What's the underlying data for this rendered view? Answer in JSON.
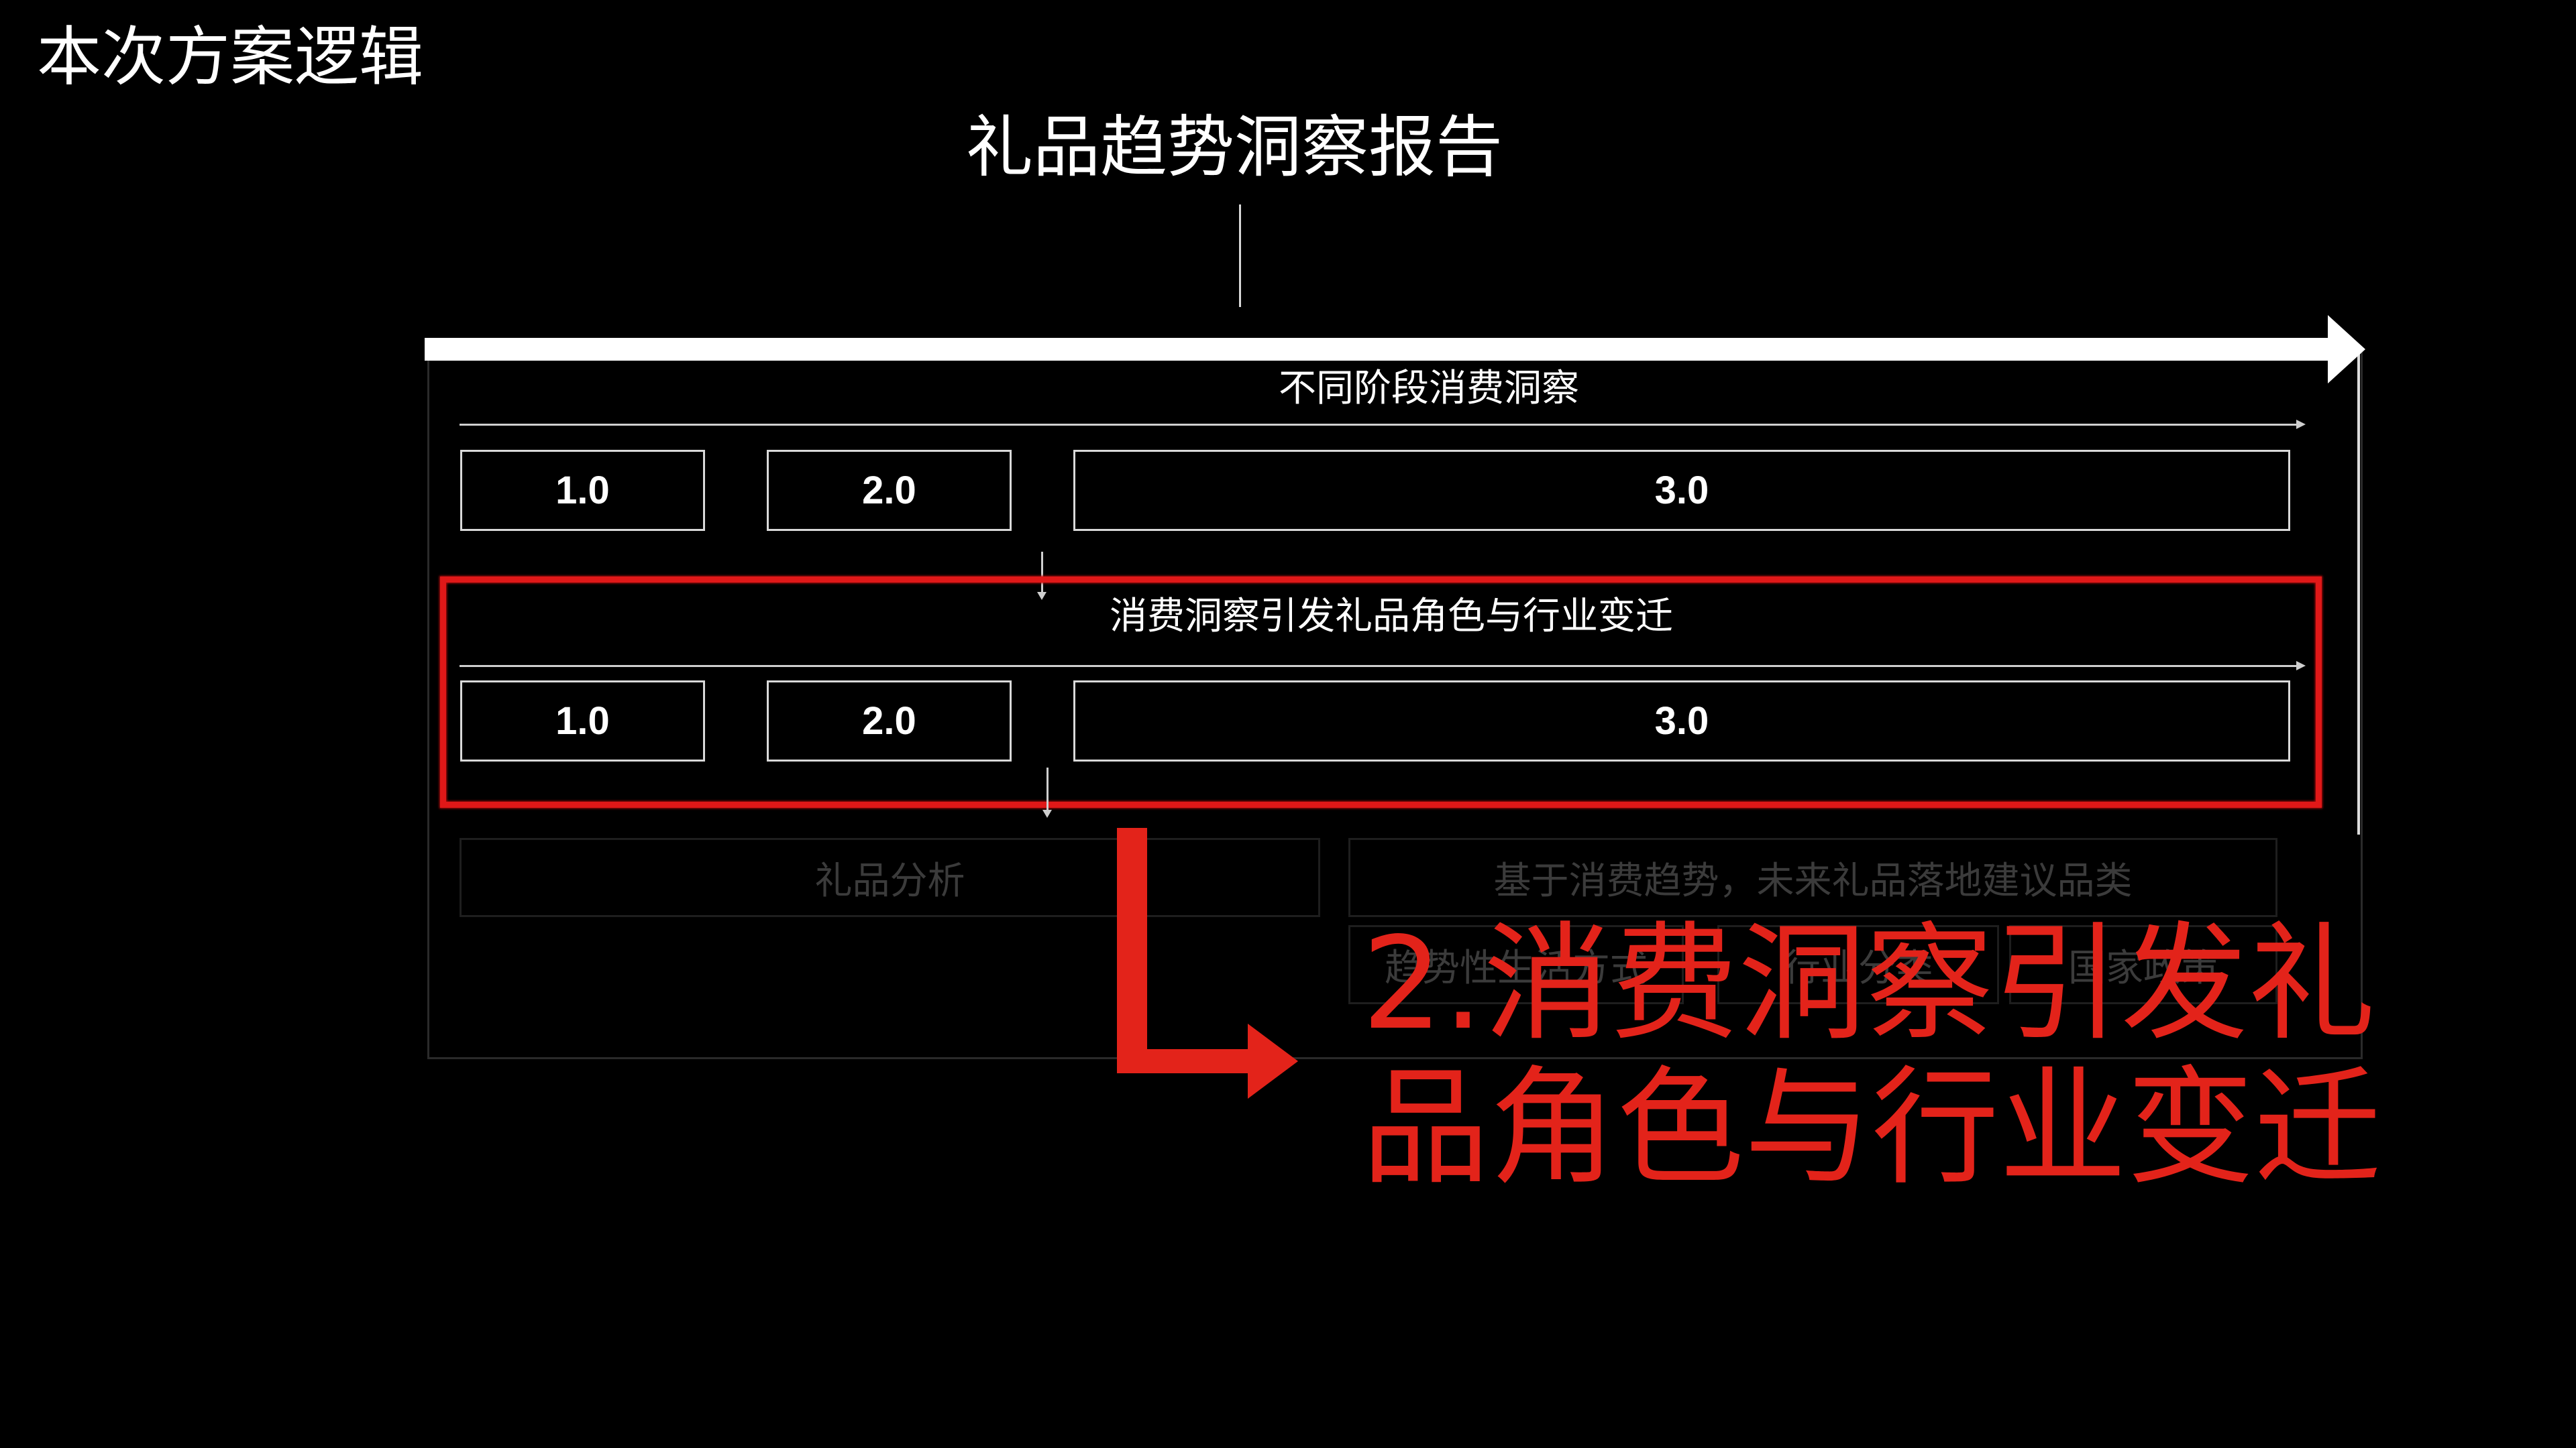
{
  "slide_title": "本次方案逻辑",
  "report_title": "礼品趋势洞察报告",
  "section1": {
    "label": "不同阶段消费洞察",
    "stages": [
      "1.0",
      "2.0",
      "3.0"
    ]
  },
  "section2": {
    "label": "消费洞察引发礼品角色与行业变迁",
    "stages": [
      "1.0",
      "2.0",
      "3.0"
    ]
  },
  "section3": {
    "left_label": "礼品分析",
    "right_label": "基于消费趋势，未来礼品落地建议品类",
    "sub_items": [
      "趋势性生活方式",
      "行业分类",
      "国家政策"
    ]
  },
  "callout": {
    "line1": "2.消费洞察引发礼",
    "line2": "品角色与行业变迁",
    "color": "#e3231a"
  },
  "colors": {
    "background": "#000000",
    "highlight": "#e01818"
  }
}
